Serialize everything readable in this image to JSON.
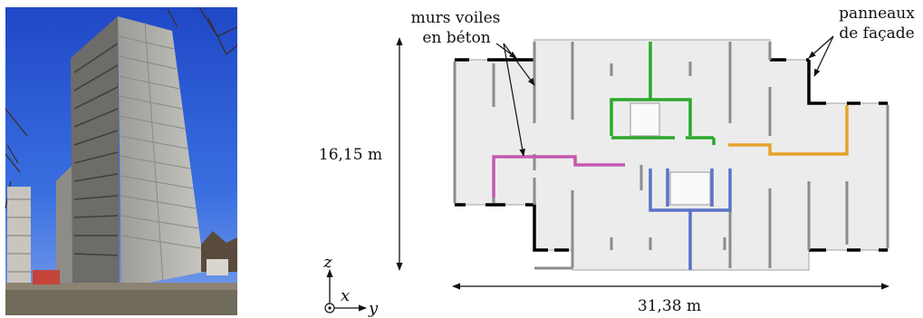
{
  "labels": {
    "walls_line1": "murs voiles",
    "walls_line2": "en béton",
    "panels_line1": "panneaux",
    "panels_line2": "de façade",
    "height": "16,15 m",
    "width": "31,38 m"
  },
  "axes": {
    "z": "z",
    "x": "x",
    "y": "y"
  },
  "colors": {
    "slab": "#ececec",
    "outline": "#bdbdbd",
    "concrete_wall": "#8c8c8c",
    "facade_panel": "#000000",
    "core_green": "#2ca82c",
    "core_blue": "#5b73c8",
    "wall_pink": "#c45ab0",
    "wall_orange": "#e3a32a"
  }
}
